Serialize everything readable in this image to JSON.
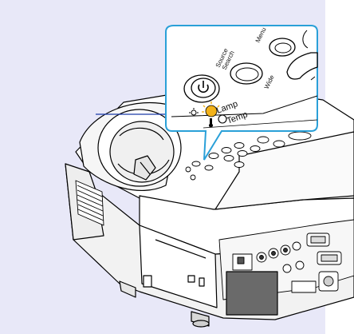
{
  "illustration": {
    "subject": "projector-illustration",
    "callout_labels": {
      "source_search_line1": "Source",
      "source_search_line2": "Search",
      "menu": "Menu",
      "wide": "Wide",
      "lamp": "Lamp",
      "temp": "Temp"
    },
    "indicator_highlight": "Lamp indicator",
    "colors": {
      "background_panel": "#e8e8f8",
      "callout_border": "#2aa0d8",
      "callout_fill": "#ffffff",
      "pointer_line": "#1a3aa8",
      "lamp_glow": "#f2b21a",
      "outline": "#000000"
    }
  }
}
